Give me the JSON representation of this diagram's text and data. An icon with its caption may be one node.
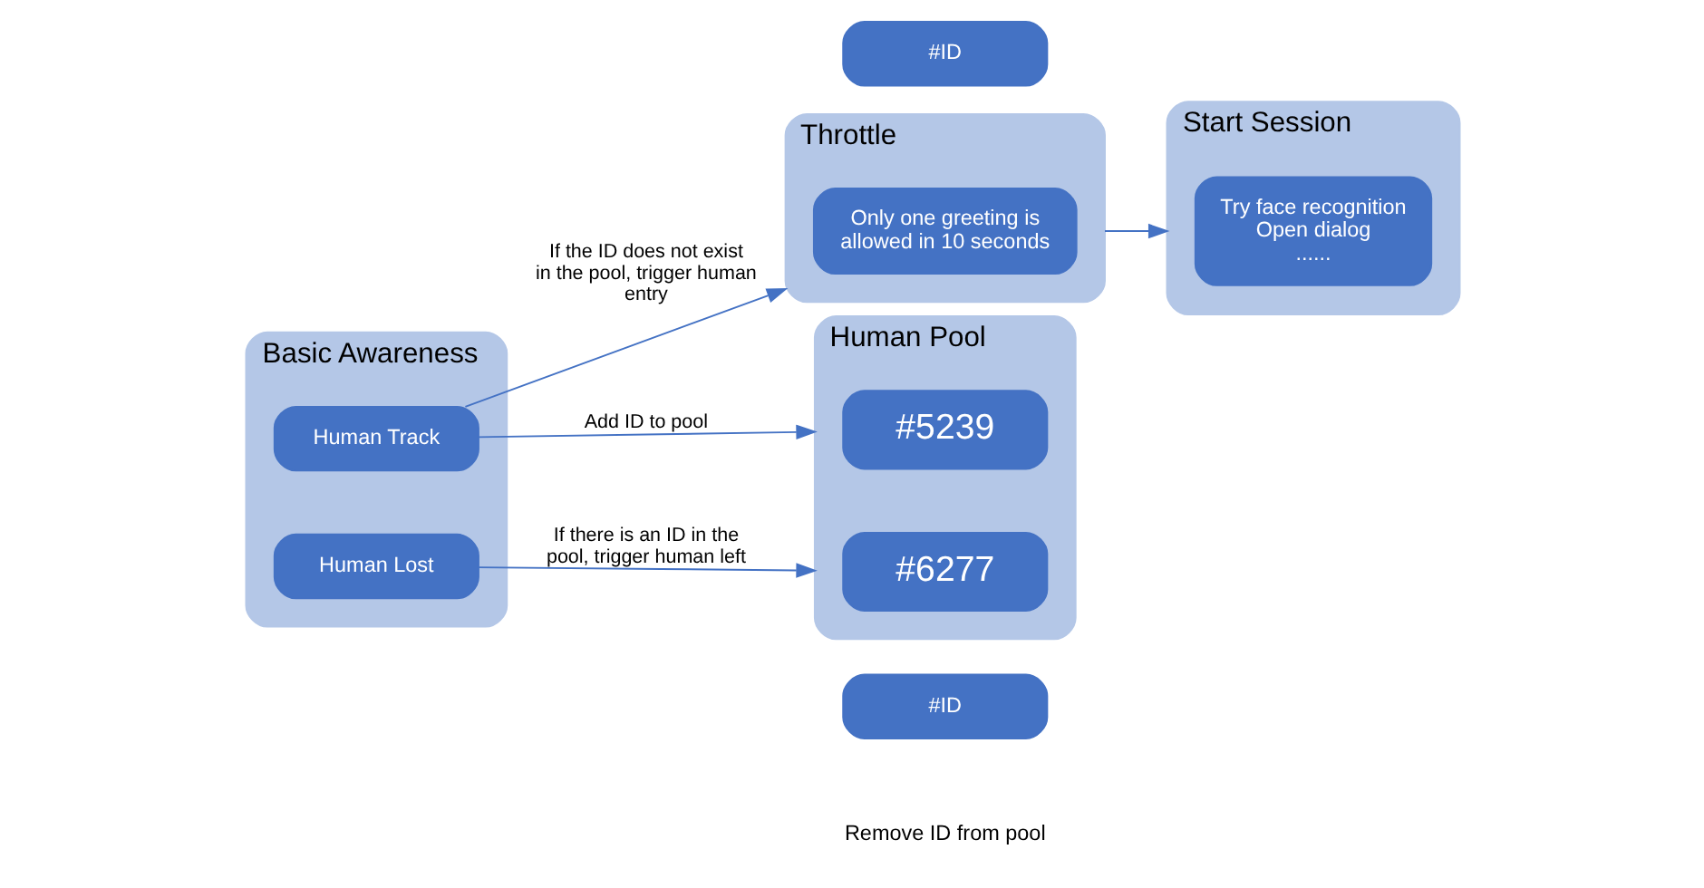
{
  "diagram": {
    "nodes": [
      {
        "text": [
          "Basic Awareness"
        ]
      },
      {
        "text": [
          "Human Track"
        ],
        "in": 0
      },
      {
        "text": [
          "Human Lost"
        ],
        "in": 0
      },
      {
        "text": [
          "#ID"
        ]
      },
      {
        "text": [
          "#ID"
        ]
      },
      {
        "text": [
          "Throttle"
        ]
      },
      {
        "text": [
          "Only one greeting is allowed in 10 seconds"
        ],
        "in": 5
      },
      {
        "text": [
          "Start Session"
        ]
      },
      {
        "text": [
          "Try face recognition",
          "Open dialog",
          "......"
        ],
        "in": 7
      },
      {
        "text": [
          "Human Pool"
        ]
      },
      {
        "text": [
          "#5239"
        ],
        "in": 9
      },
      {
        "text": [
          "#6277"
        ],
        "in": 9
      }
    ],
    "edges": [
      {
        "from": 1,
        "to": 5,
        "arrow": "to",
        "label": "If the ID does not exist in the pool, trigger human entry"
      },
      {
        "from": 5,
        "to": 7,
        "arrow": "to"
      },
      {
        "from": 1,
        "to": 9,
        "arrow": "to",
        "label": "Add ID to pool"
      },
      {
        "from": 2,
        "to": 9,
        "arrow": "to",
        "label": "If there is an ID in the pool, trigger human left"
      }
    ],
    "labels": [
      "Remove ID from pool"
    ]
  }
}
